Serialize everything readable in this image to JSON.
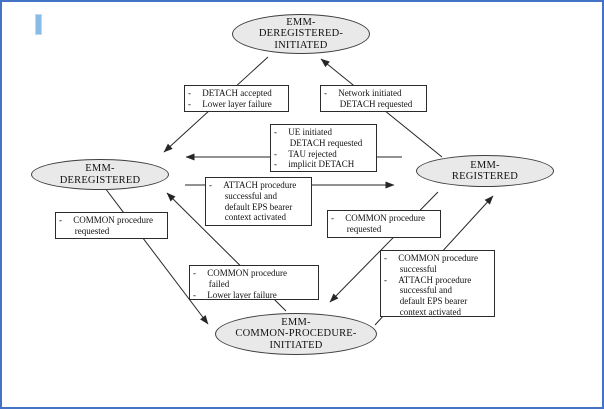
{
  "diagram": {
    "kind": "EMM state diagram",
    "colors": {
      "frame_border": "#4472C4",
      "state_fill": "#E9E9E9",
      "state_border": "#3F3F3F",
      "box_border": "#2B2B2B",
      "arrow": "#262626",
      "cursor_fill": "#8ABAE6",
      "cursor_border": "#BBD9F2"
    }
  },
  "states": [
    {
      "id": "emm-deregistered-initiated",
      "label": "EMM-\nDEREGISTERED-\nINITIATED"
    },
    {
      "id": "emm-deregistered",
      "label": "EMM-\nDEREGISTERED"
    },
    {
      "id": "emm-registered",
      "label": "EMM-\nREGISTERED"
    },
    {
      "id": "emm-common-procedure-initiated",
      "label": "EMM-\nCOMMON-PROCEDURE-\nINITIATED"
    }
  ],
  "transitions": [
    {
      "from": "emm-deregistered-initiated",
      "to": "emm-deregistered",
      "label": "-     DETACH accepted\n-     Lower layer failure"
    },
    {
      "from": "emm-registered",
      "to": "emm-deregistered-initiated",
      "label": "-     Network initiated\n       DETACH requested"
    },
    {
      "from": "emm-registered",
      "to": "emm-deregistered",
      "label": "-     UE initiated\n       DETACH requested\n-     TAU rejected\n-     implicit DETACH"
    },
    {
      "from": "emm-deregistered",
      "to": "emm-registered",
      "label": "-     ATTACH procedure\n       successful and\n       default EPS bearer\n       context activated"
    },
    {
      "from": "emm-deregistered",
      "to": "emm-common-procedure-initiated",
      "label": "-     COMMON procedure\n       requested"
    },
    {
      "from": "emm-registered",
      "to": "emm-common-procedure-initiated",
      "label": "-     COMMON procedure\n       requested"
    },
    {
      "from": "emm-common-procedure-initiated",
      "to": "emm-deregistered",
      "label": "-     COMMON procedure\n       failed\n-     Lower layer failure"
    },
    {
      "from": "emm-common-procedure-initiated",
      "to": "emm-registered",
      "label": "-     COMMON procedure\n       successful\n-     ATTACH procedure\n       successful and\n       default EPS bearer\n       context activated"
    }
  ]
}
